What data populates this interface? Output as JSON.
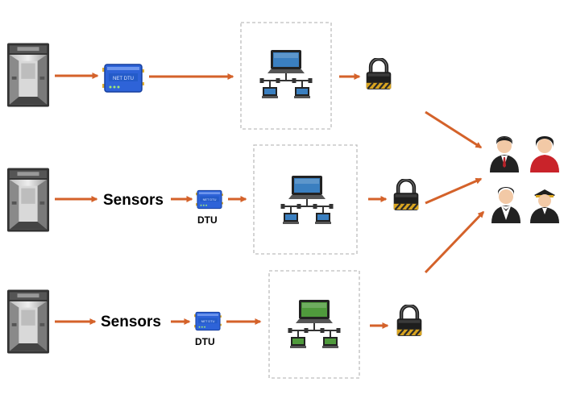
{
  "rows": [
    {
      "sensor_label": "",
      "dtu_label": "",
      "device_badge": "NET DTU",
      "network_color": "#3a7fc0"
    },
    {
      "sensor_label": "Sensors",
      "dtu_label": "DTU",
      "device_badge": "NET DTU",
      "network_color": "#3a7fc0"
    },
    {
      "sensor_label": "Sensors",
      "dtu_label": "DTU",
      "device_badge": "NET DTU",
      "network_color": "#4f9a3c"
    }
  ],
  "colors": {
    "arrow": "#d4622a",
    "dtu_body": "#2e63d8",
    "box_border": "#bdbdbd"
  },
  "icons": [
    "elevator-icon",
    "dtu-device-icon",
    "network-icon",
    "lock-icon",
    "person-icon"
  ]
}
